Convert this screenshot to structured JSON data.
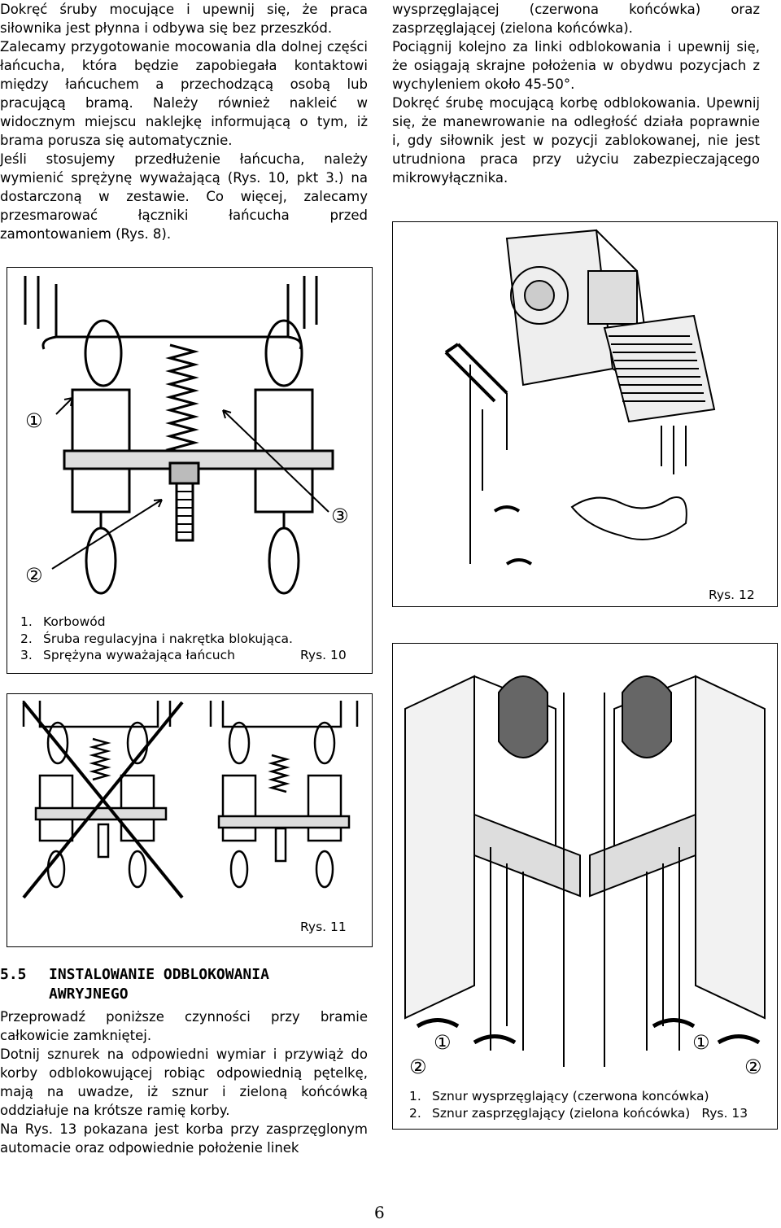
{
  "col_left": {
    "top_paragraphs": [
      "Dokręć śruby mocujące i upewnij się, że praca siłownika jest płynna i odbywa się bez przeszkód.",
      "Zalecamy przygotowanie mocowania dla dolnej części łańcucha, która będzie zapobiegała kontaktowi między łańcuchem a przechodzącą osobą lub pracującą bramą. Należy również nakleić w widocznym miejscu naklejkę informującą o tym, iż brama porusza się automatycznie.",
      "Jeśli stosujemy przedłużenie łańcucha, należy wymienić sprężynę wyważającą (Rys. 10, pkt 3.) na dostarczoną w zestawie. Co więcej, zalecamy przesmarować łączniki łańcucha przed zamontowaniem (Rys. 8)."
    ]
  },
  "col_right": {
    "top_paragraphs": [
      "wysprzęglającej (czerwona końcówka) oraz zasprzęglającej (zielona końcówka).",
      "Pociągnij kolejno za linki odblokowania i upewnij się, że osiągają skrajne położenia w obydwu pozycjach z wychyleniem około 45-50°.",
      "Dokręć śrubę mocującą korbę odblokowania. Upewnij się, że manewrowanie na odległość działa poprawnie i, gdy siłownik jest w pozycji zablokowanej, nie jest utrudniona praca przy użyciu zabezpieczającego mikrowyłącznika."
    ]
  },
  "fig10": {
    "items": [
      {
        "num": "1.",
        "text": "Korbowód"
      },
      {
        "num": "2.",
        "text": "Śruba regulacyjna i nakrętka blokująca."
      },
      {
        "num": "3.",
        "text": "Sprężyna wyważająca łańcuch"
      }
    ],
    "caption": "Rys. 10",
    "callouts": [
      "①",
      "②",
      "③"
    ]
  },
  "fig11": {
    "caption": "Rys. 11"
  },
  "fig12": {
    "caption": "Rys. 12"
  },
  "fig13": {
    "items": [
      {
        "num": "1.",
        "text": "Sznur wysprzęglający (czerwona koncówka)"
      },
      {
        "num": "2.",
        "text": "Sznur zasprzęglający (zielona końcówka)"
      }
    ],
    "caption": "Rys. 13",
    "callouts": [
      "①",
      "②",
      "①",
      "②"
    ]
  },
  "section": {
    "number": "5.5",
    "title": "INSTALOWANIE ODBLOKOWANIA AWRYJNEGO",
    "paragraphs": [
      "Przeprowadź poniższe czynności przy bramie całkowicie zamkniętej.",
      "Dotnij sznurek na odpowiedni wymiar i przywiąż do korby odblokowującej robiąc odpowiednią pętelkę, mają na uwadze, iż sznur i zieloną końcówką oddziałuje na krótsze ramię korby.",
      "Na Rys. 13 pokazana jest korba przy zasprzęglonym automacie oraz odpowiednie położenie linek"
    ]
  },
  "page_number": "6"
}
